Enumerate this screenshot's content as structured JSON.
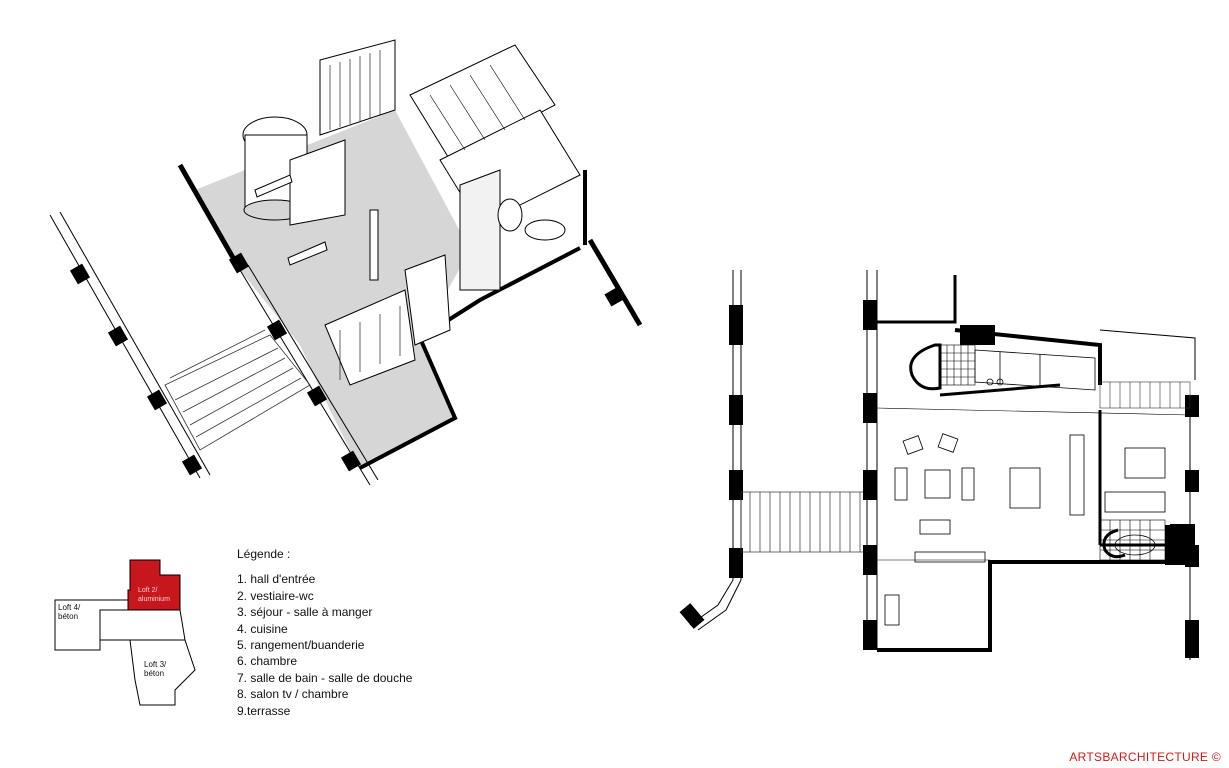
{
  "legend": {
    "title": "Légende :",
    "items": [
      "1. hall d'entrée",
      "2. vestiaire-wc",
      "3. séjour - salle à manger",
      "4. cuisine",
      "5. rangement/buanderie",
      "6. chambre",
      "7. salle de bain - salle de douche",
      "8. salon tv / chambre",
      "9.terrasse"
    ]
  },
  "key_plan": {
    "loft2": [
      "Loft 2/",
      "aluminium"
    ],
    "loft4": [
      "Loft 4/",
      "béton"
    ],
    "loft3": [
      "Loft 3/",
      "béton"
    ],
    "highlight_color": "#c8161d"
  },
  "copyright": "ARTSBARCHITECTURE ©"
}
